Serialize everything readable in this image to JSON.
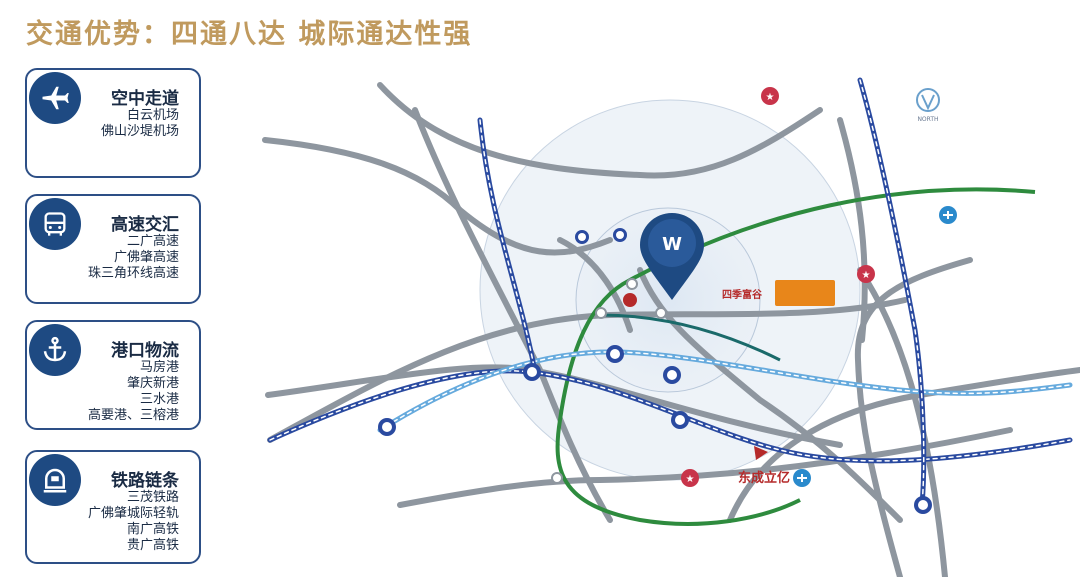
{
  "title": "交通优势：四通八达 城际通达性强",
  "cards": [
    {
      "icon": "airplane-icon",
      "heading": "空中走道",
      "items": [
        "白云机场",
        "佛山沙堤机场"
      ]
    },
    {
      "icon": "bus-icon",
      "heading": "高速交汇",
      "items": [
        "二广高速",
        "广佛肇高速",
        "珠三角环线高速"
      ]
    },
    {
      "icon": "anchor-icon",
      "heading": "港口物流",
      "items": [
        "马房港",
        "肇庆新港",
        "三水港",
        "高要港、三榕港"
      ]
    },
    {
      "icon": "train-icon",
      "heading": "铁路链条",
      "items": [
        "三茂铁路",
        "广佛肇城际轻轨",
        "南广高铁",
        "贵广高铁"
      ]
    }
  ],
  "map": {
    "project_brand": "东成立亿",
    "project_brand_2": "东成立亿",
    "brand_sihui": "四季富谷",
    "north_label": "NORTH",
    "colors": {
      "accent_gold": "#c09a5e",
      "navy": "#1e4a82",
      "highway_green": "#2e8b3e",
      "rail_blue": "#2a4aa0",
      "light_rail": "#66aadd"
    }
  }
}
